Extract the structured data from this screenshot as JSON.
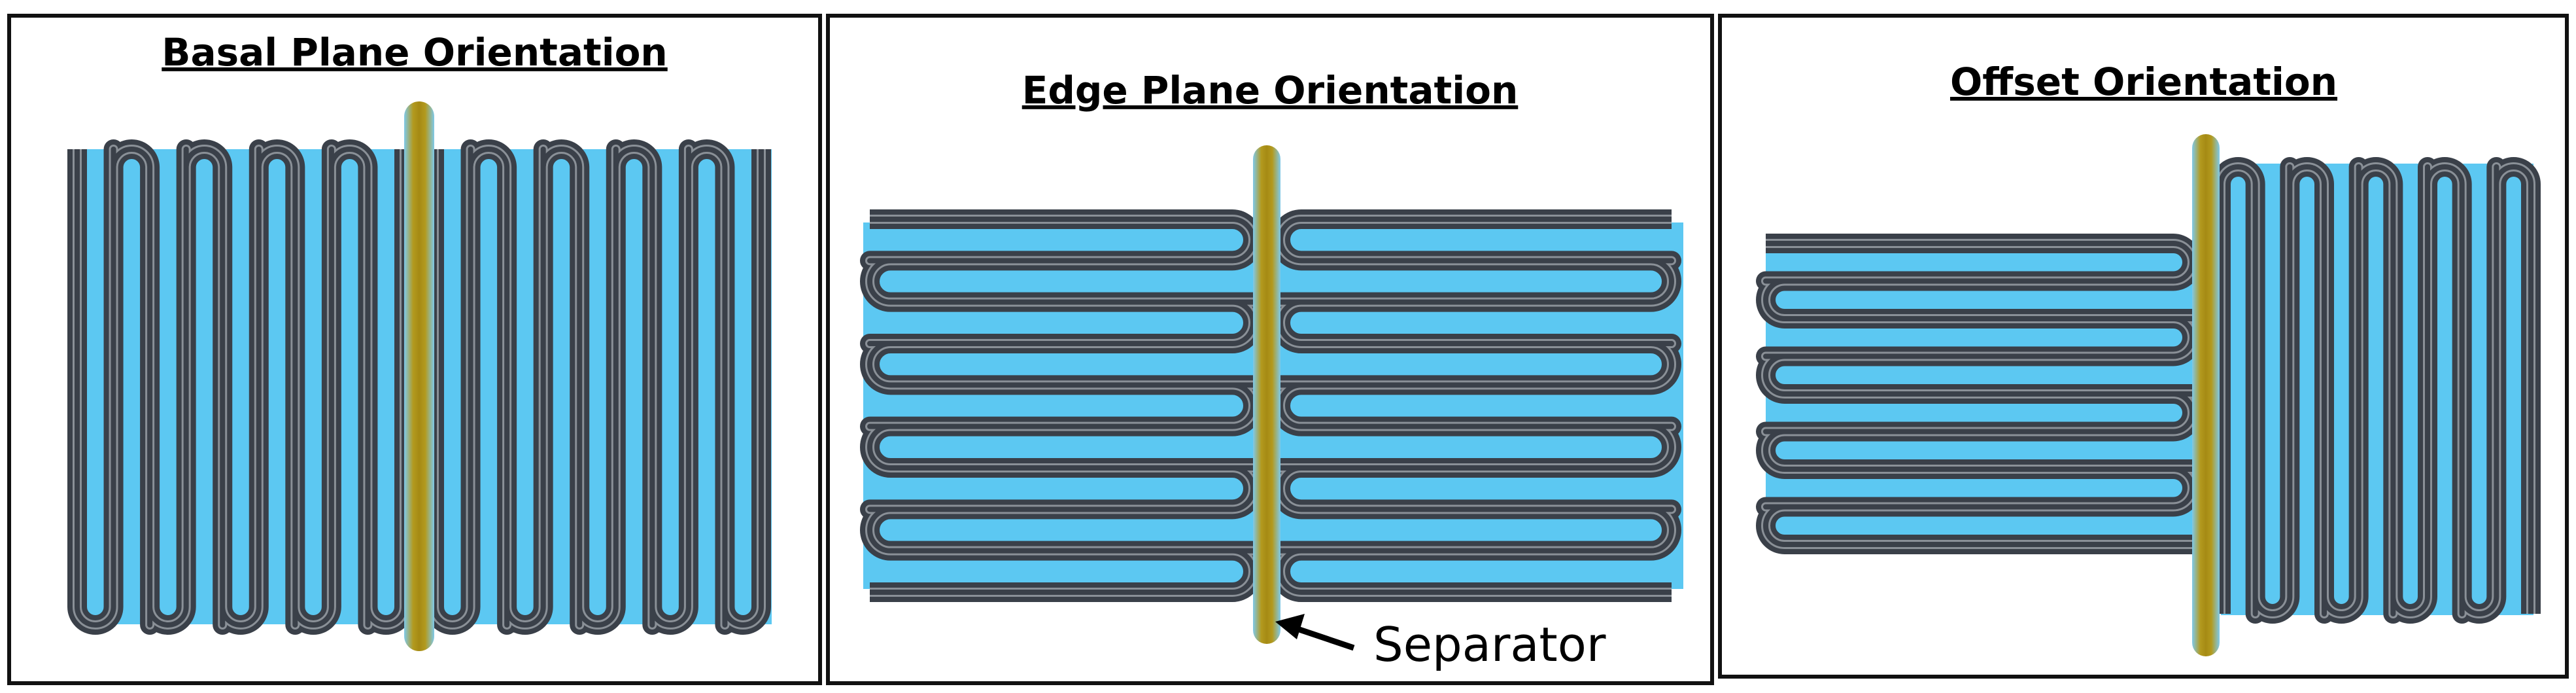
{
  "panels": [
    {
      "id": "basal",
      "title": "Basal Plane Orientation"
    },
    {
      "id": "edge",
      "title": "Edge Plane Orientation"
    },
    {
      "id": "offset",
      "title": "Offset Orientation"
    }
  ],
  "callout": {
    "label": "Separator"
  },
  "colors": {
    "graphite": "#3a4049",
    "graphite_highlight": "#8a9097",
    "electrolyte": "#5cc8f2",
    "separator_core": "#b39a1e",
    "separator_edge": "#7ec9ea",
    "frame": "#111111"
  }
}
